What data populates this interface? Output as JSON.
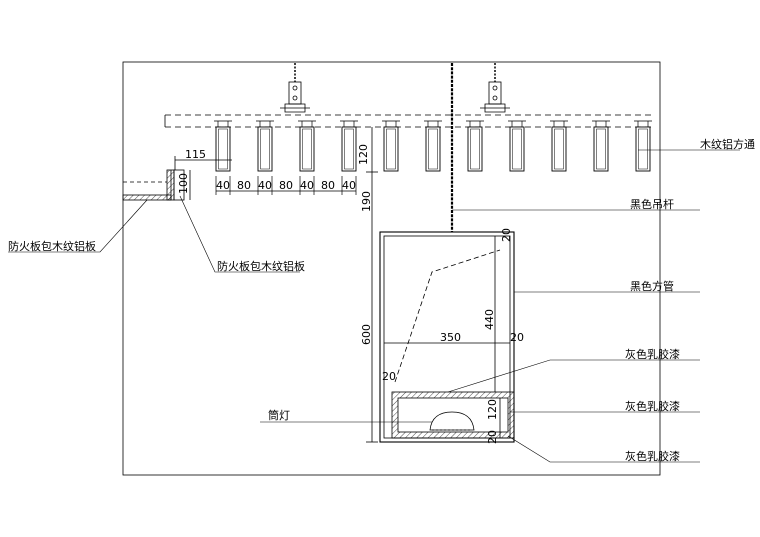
{
  "labels": {
    "wood_grain_aluminum_tube": "木纹铝方通",
    "fireproof_panel_left": "防火板包木纹铝板",
    "fireproof_panel_right": "防火板包木纹铝板",
    "black_hanger_rod": "黑色吊杆",
    "black_square_tube": "黑色方管",
    "grey_latex_paint_1": "灰色乳胶漆",
    "grey_latex_paint_2": "灰色乳胶漆",
    "grey_latex_paint_3": "灰色乳胶漆",
    "downlight": "筒灯"
  },
  "dimensions": {
    "d115": "115",
    "d100": "100",
    "d120_top": "120",
    "d190": "190",
    "d600": "600",
    "d440": "440",
    "d350": "350",
    "d20_top": "20",
    "d20_mid": "20",
    "d20_left": "20",
    "d120_bottom": "120",
    "d20_bottom": "20",
    "spacing": [
      "40",
      "80",
      "40",
      "80",
      "40",
      "80",
      "40"
    ]
  }
}
